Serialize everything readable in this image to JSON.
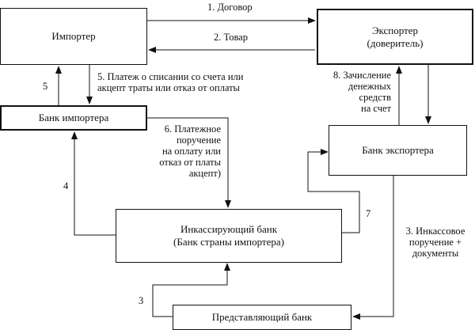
{
  "boxes": {
    "importer": "Импортер",
    "exporter": "Экспортер\n(доверитель)",
    "importer_bank": "Банк импортера",
    "exporter_bank": "Банк экспортера",
    "collecting_bank": "Инкассирующий банк\n(Банк страны импортера)",
    "remitting_bank": "Представляющий банк"
  },
  "flows": {
    "f1": "1. Договор",
    "f2": "2. Товар",
    "f3_num": "3",
    "f3": "3. Инкассовое\nпоручение +\nдокументы",
    "f4": "4",
    "f5_num": "5",
    "f5": "5. Платеж о списании со счета или\nакцепт траты или отказ от оплаты",
    "f6": "6. Платежное\nпоручение\nна оплату или\nотказ от платы\nакцепт)",
    "f7": "7",
    "f8": "8. Зачисление\nденежных\nсредств\nна счет"
  }
}
